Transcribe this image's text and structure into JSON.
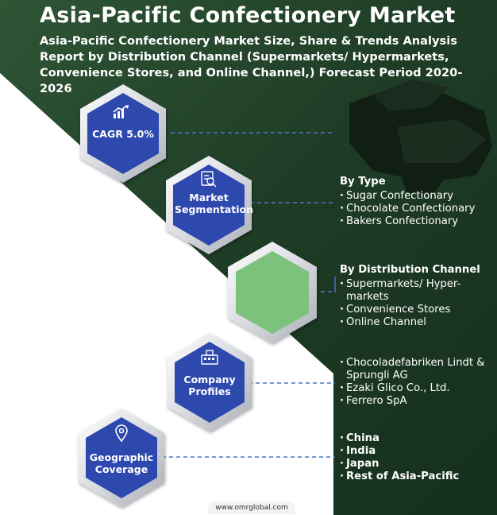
{
  "header": {
    "title": "Asia-Pacific Confectionery Market",
    "subtitle": "Asia-Pacific Confectionery Market Size, Share & Trends Analysis Report by Distribution Channel (Supermarkets/ Hypermarkets, Convenience Stores, and Online Channel,) Forecast Period 2020-2026"
  },
  "hexagons": [
    {
      "id": "cagr",
      "label": "CAGR 5.0%",
      "icon": "chart-growth-icon",
      "color": "#2f48ad"
    },
    {
      "id": "segmentation",
      "label": "Market Segmentation",
      "icon": "report-magnifier-icon",
      "color": "#2f48ad"
    },
    {
      "id": "distribution",
      "label": "",
      "icon": "",
      "color": "#7cc27b"
    },
    {
      "id": "profiles",
      "label": "Company Profiles",
      "icon": "building-icon",
      "color": "#2f48ad"
    },
    {
      "id": "geographic",
      "label": "Geographic Coverage",
      "icon": "map-pin-icon",
      "color": "#2f48ad"
    }
  ],
  "by_type": {
    "heading": "By Type",
    "items": [
      "Sugar Confectionary",
      "Chocolate Confectionary",
      "Bakers Confectionary"
    ]
  },
  "by_channel": {
    "heading": "By Distribution Channel",
    "items": [
      "Supermarkets/ Hyper-markets",
      "Convenience Stores",
      "Online Channel"
    ]
  },
  "companies": {
    "items": [
      "Chocoladefabriken Lindt & Sprungli AG",
      "Ezaki Glico Co., Ltd.",
      "Ferrero SpA"
    ]
  },
  "regions": {
    "items": [
      "China",
      "India",
      "Japan",
      "Rest of Asia-Pacific"
    ]
  },
  "footer": {
    "url": "www.omrglobal.com"
  },
  "colors": {
    "background_dark": "#1f3a26",
    "hex_blue": "#2f48ad",
    "hex_green": "#7cc27b",
    "connector": "#4a78c8"
  }
}
